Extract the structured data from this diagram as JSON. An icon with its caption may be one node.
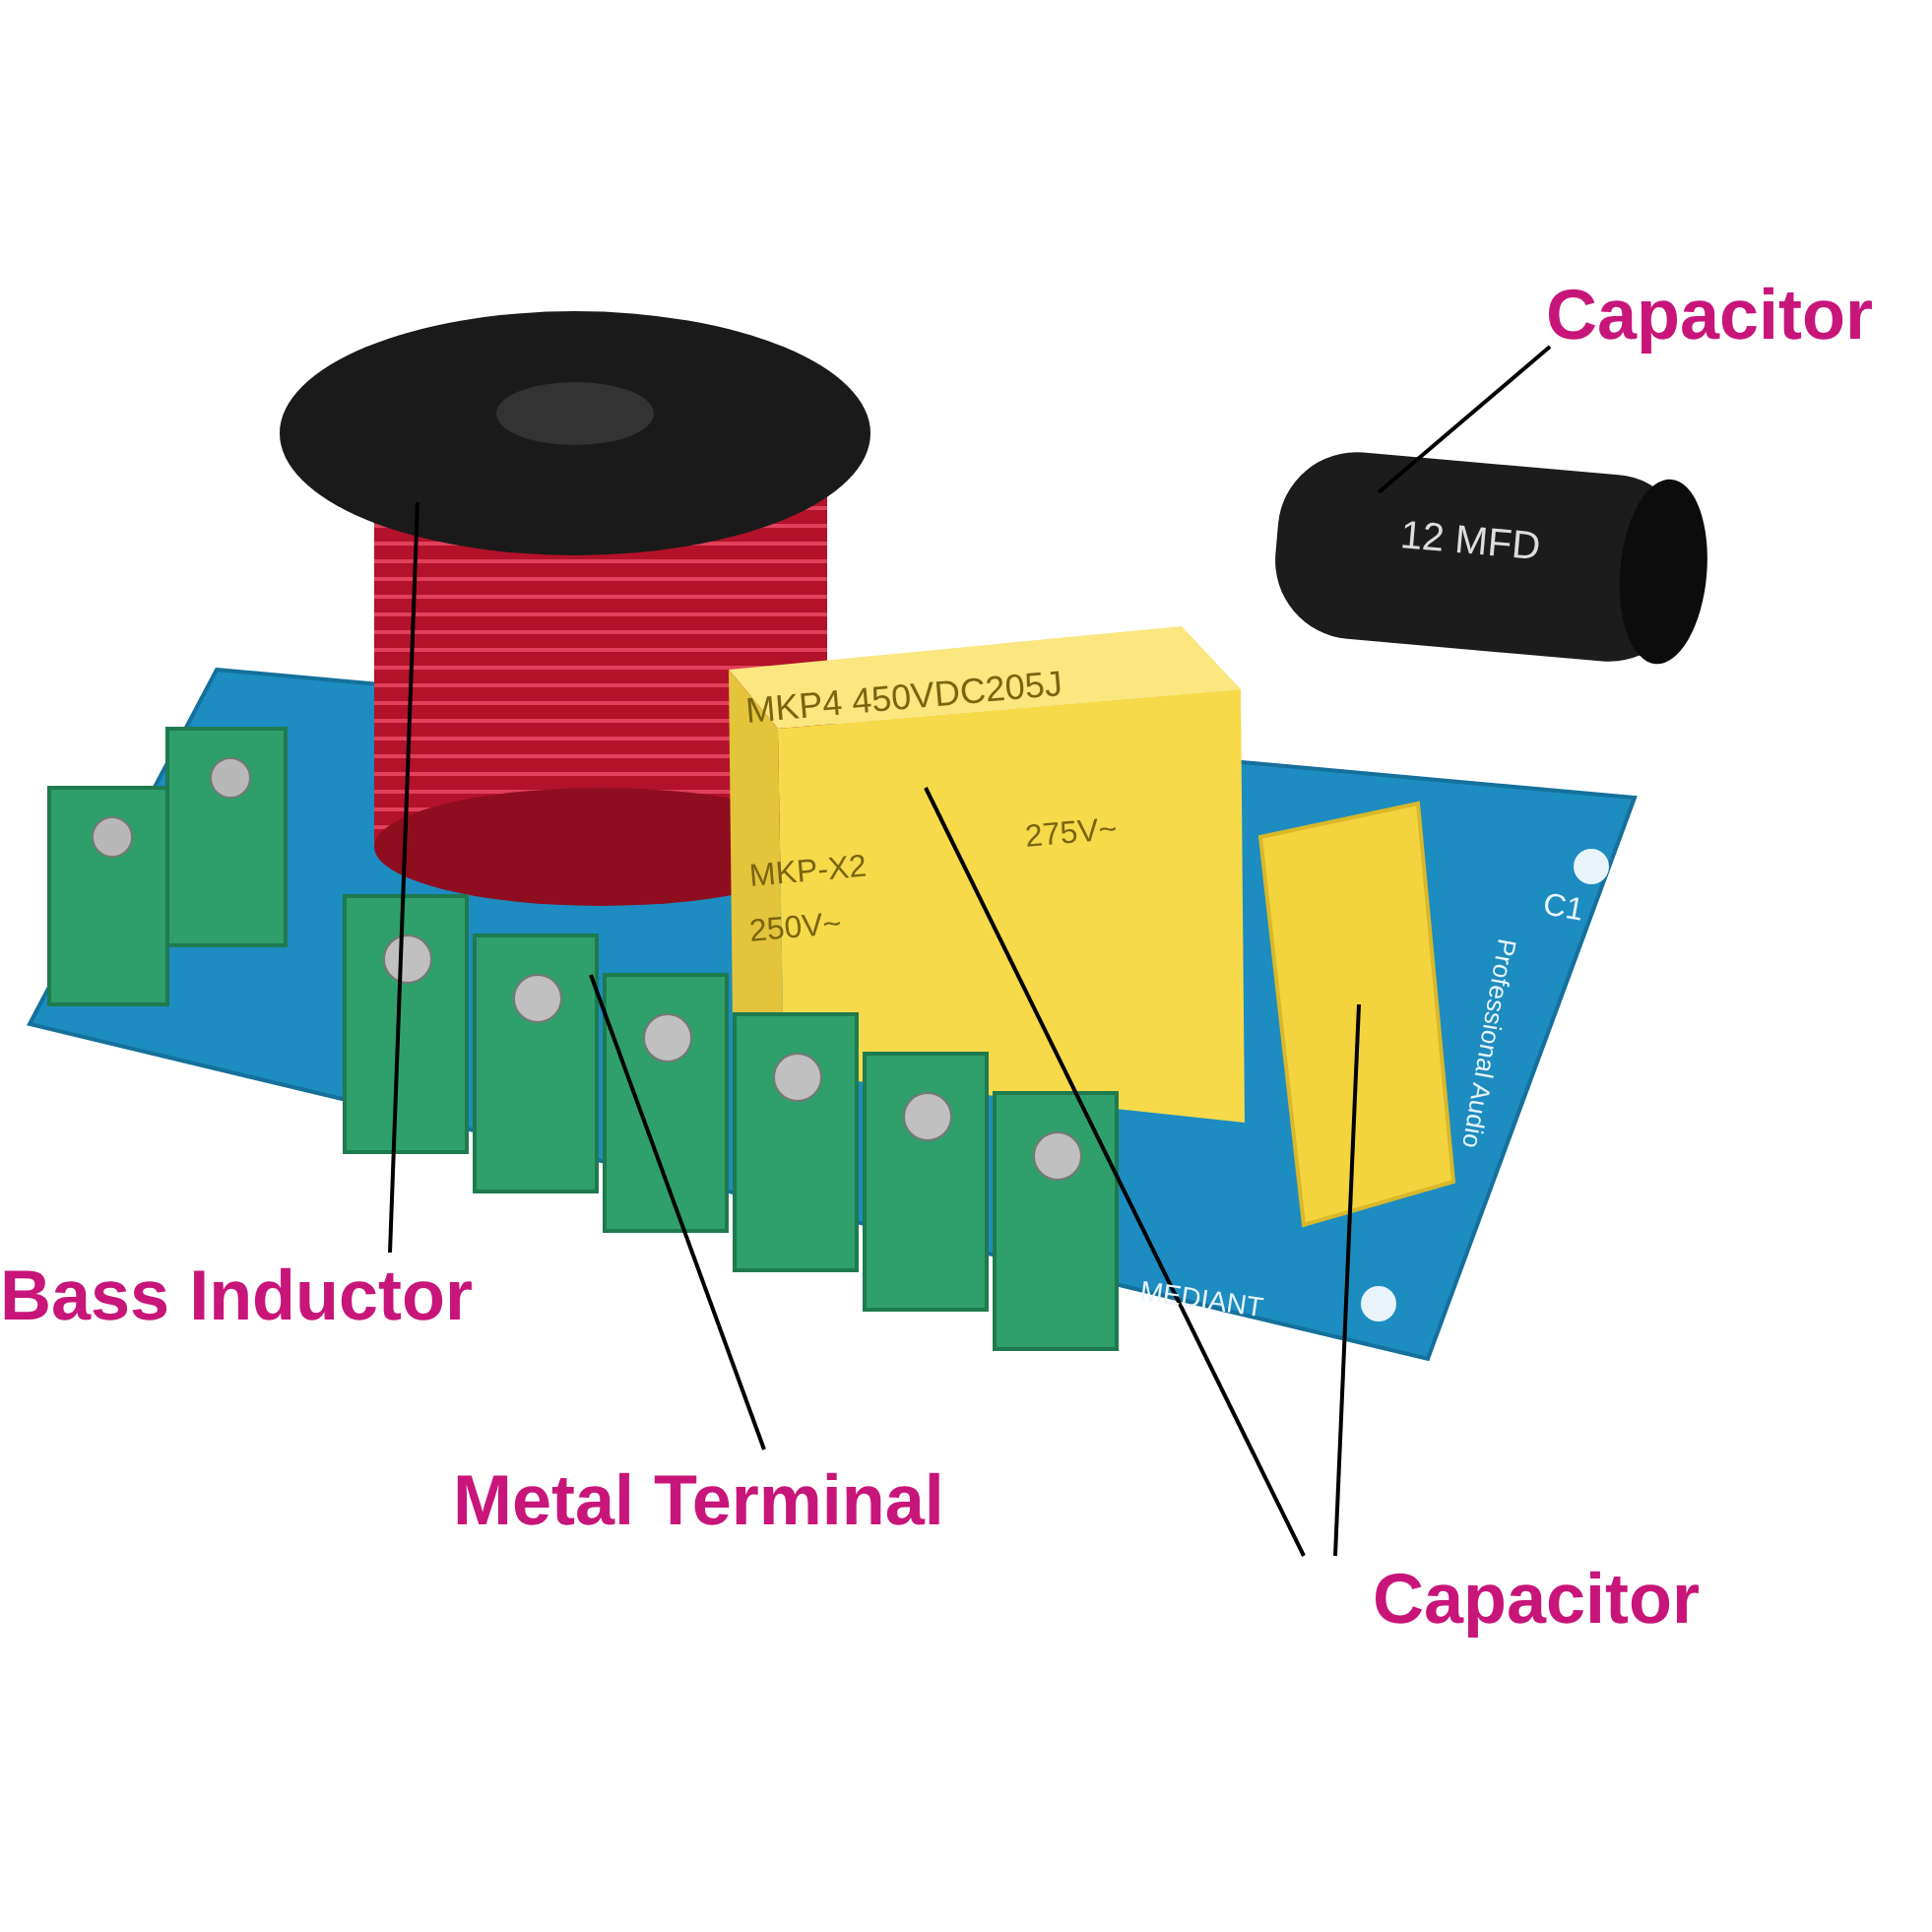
{
  "diagram": {
    "nodes": [
      {
        "text": [
          "Capacitor"
        ]
      },
      {
        "text": [
          "Bass Inductor"
        ]
      },
      {
        "text": [
          "Metal Terminal"
        ]
      },
      {
        "text": [
          "Capacitor"
        ]
      },
      {
        "text": [],
        "shape": "cylinder"
      },
      {
        "text": [],
        "shape": "cylinder"
      },
      {
        "text": [],
        "shape": "box"
      },
      {
        "text": [],
        "shape": "box"
      },
      {
        "text": [],
        "shape": "box"
      }
    ],
    "edges": [
      {
        "from": 0,
        "to": 5,
        "arrow": "none"
      },
      {
        "from": 1,
        "to": 4,
        "arrow": "none"
      },
      {
        "from": 2,
        "to": 7,
        "arrow": "none"
      },
      {
        "from": 3,
        "to": 6,
        "arrow": "none"
      },
      {
        "from": 3,
        "to": 8,
        "arrow": "none"
      }
    ],
    "labels": [
      "12 MFD",
      "MKP4 450VDC205J",
      "275V~",
      "MKP-X2",
      "250V~",
      "C1",
      "Professional Audio",
      "MEDIANT"
    ]
  }
}
